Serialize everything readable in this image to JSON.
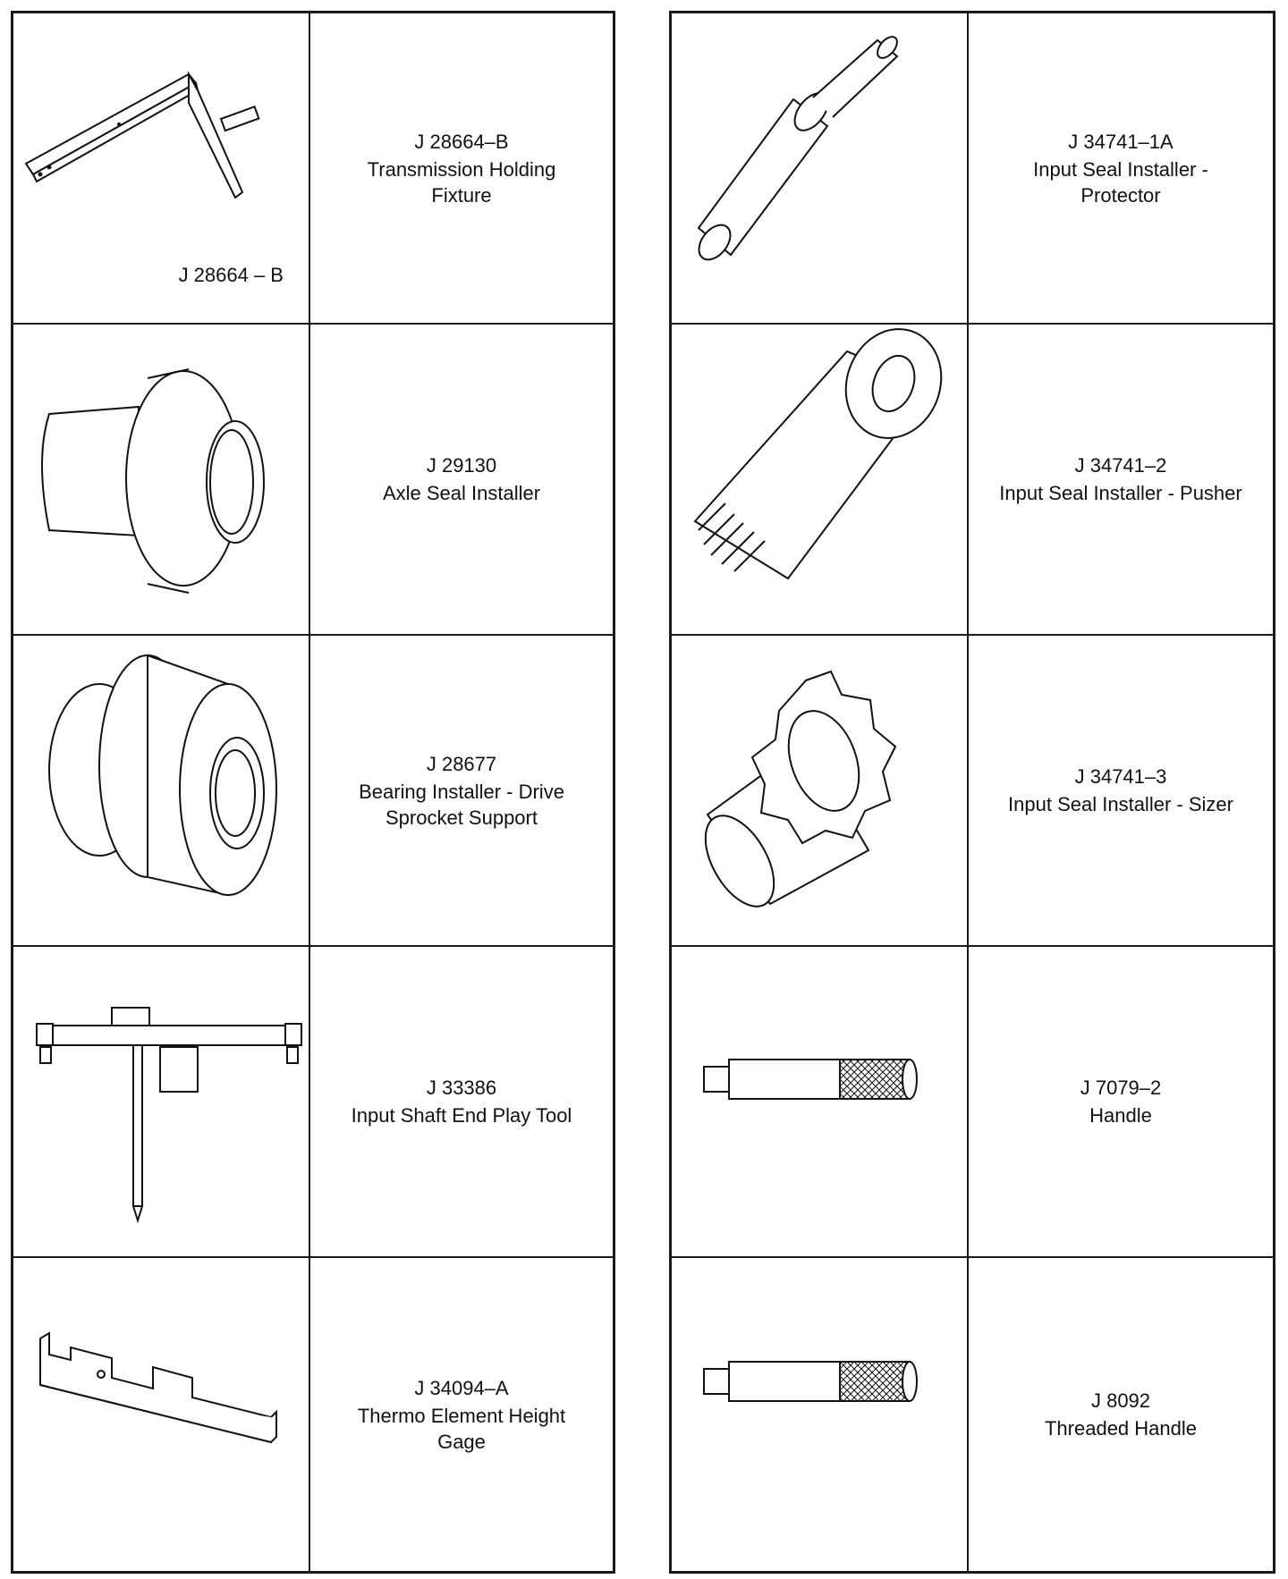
{
  "left_column": [
    {
      "code": "J 28664–B",
      "description": "Transmission Holding Fixture",
      "image_label": "J 28664 – B",
      "icon": "holding-fixture-icon"
    },
    {
      "code": "J 29130",
      "description": "Axle Seal Installer",
      "icon": "axle-seal-installer-icon"
    },
    {
      "code": "J 28677",
      "description": "Bearing Installer - Drive Sprocket Support",
      "icon": "bearing-installer-icon"
    },
    {
      "code": "J 33386",
      "description": "Input Shaft End Play Tool",
      "icon": "end-play-tool-icon"
    },
    {
      "code": "J 34094–A",
      "description": "Thermo Element Height Gage",
      "icon": "height-gage-icon"
    }
  ],
  "right_column": [
    {
      "code": "J 34741–1A",
      "description": "Input Seal Installer - Protector",
      "icon": "seal-protector-icon"
    },
    {
      "code": "J 34741–2",
      "description": "Input Seal Installer - Pusher",
      "icon": "seal-pusher-icon"
    },
    {
      "code": "J 34741–3",
      "description": "Input Seal Installer - Sizer",
      "icon": "seal-sizer-icon"
    },
    {
      "code": "J 7079–2",
      "description": "Handle",
      "icon": "handle-icon"
    },
    {
      "code": "J 8092",
      "description": "Threaded Handle",
      "icon": "threaded-handle-icon"
    }
  ]
}
